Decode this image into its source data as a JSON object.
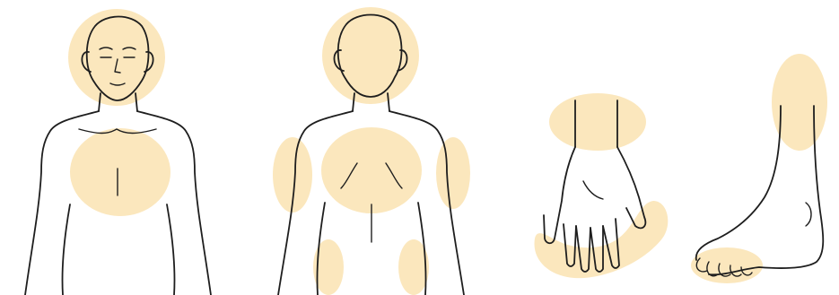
{
  "colors": {
    "zone": "#fbe7bd",
    "ink": "#1e1e1e",
    "background": "#ffffff"
  },
  "figures": [
    {
      "name": "body-front",
      "zones": [
        "head",
        "chest"
      ]
    },
    {
      "name": "body-back",
      "zones": [
        "head",
        "upper-back",
        "left-shoulder",
        "right-shoulder",
        "left-hip",
        "right-hip"
      ]
    },
    {
      "name": "hand",
      "zones": [
        "wrist",
        "fingertips"
      ]
    },
    {
      "name": "foot",
      "zones": [
        "lower-leg",
        "toes"
      ]
    }
  ]
}
